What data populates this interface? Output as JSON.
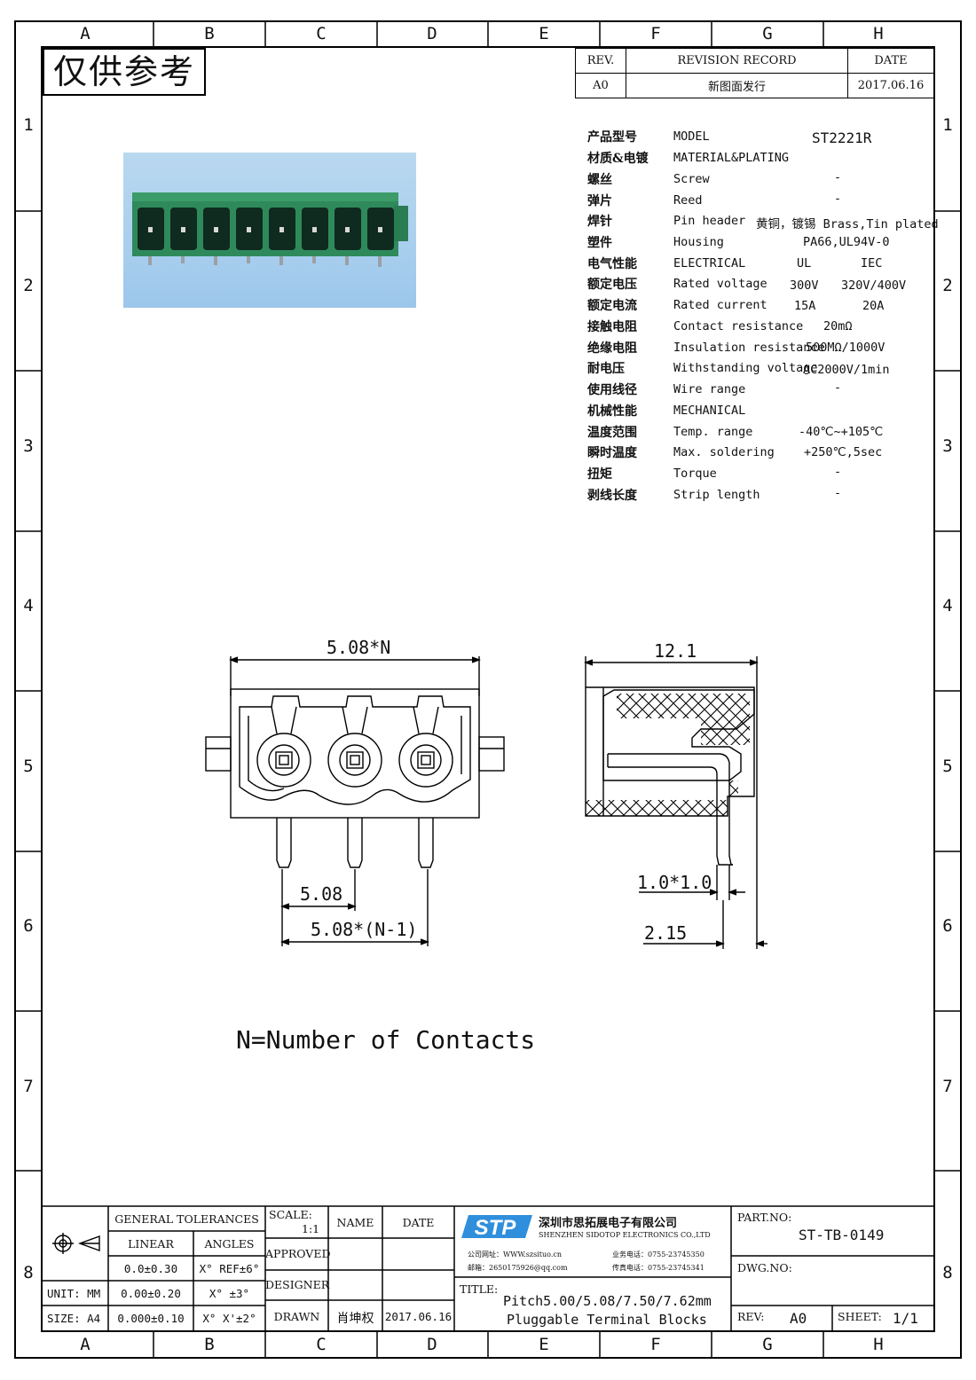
{
  "zones": {
    "columns": [
      "A",
      "B",
      "C",
      "D",
      "E",
      "F",
      "G",
      "H"
    ],
    "rows": [
      "1",
      "2",
      "3",
      "4",
      "5",
      "6",
      "7",
      "8"
    ]
  },
  "stamp": "仅供参考",
  "revision": {
    "headers": [
      "REV.",
      "REVISION RECORD",
      "DATE"
    ],
    "row": [
      "A0",
      "新图面发行",
      "2017.06.16"
    ]
  },
  "specs": [
    {
      "cn": "产品型号",
      "en": "MODEL",
      "value": "ST2221R"
    },
    {
      "cn": "材质&电镀",
      "en": "MATERIAL&PLATING",
      "value": ""
    },
    {
      "cn": "螺丝",
      "en": "Screw",
      "value": "-"
    },
    {
      "cn": "弹片",
      "en": "Reed",
      "value": "-"
    },
    {
      "cn": "焊针",
      "en": "Pin header",
      "value": "黄铜，镀锡 Brass,Tin plated"
    },
    {
      "cn": "塑件",
      "en": "Housing",
      "value": "PA66,UL94V-0"
    },
    {
      "cn": "电气性能",
      "en": "ELECTRICAL",
      "value": "UL",
      "value2": "IEC"
    },
    {
      "cn": "额定电压",
      "en": "Rated voltage",
      "value": "300V",
      "value2": "320V/400V"
    },
    {
      "cn": "额定电流",
      "en": "Rated current",
      "value": "15A",
      "value2": "20A"
    },
    {
      "cn": "接触电阻",
      "en": "Contact resistance",
      "value": "20mΩ"
    },
    {
      "cn": "绝缘电阻",
      "en": "Insulation resistance",
      "value": "500MΩ/1000V"
    },
    {
      "cn": "耐电压",
      "en": "Withstanding voltage",
      "value": "AC2000V/1min"
    },
    {
      "cn": "使用线径",
      "en": "Wire range",
      "value": "-"
    },
    {
      "cn": "机械性能",
      "en": "MECHANICAL",
      "value": ""
    },
    {
      "cn": "温度范围",
      "en": "Temp. range",
      "value": "-40℃~+105℃"
    },
    {
      "cn": "瞬时温度",
      "en": "Max. soldering",
      "value": "+250℃,5sec"
    },
    {
      "cn": "扭矩",
      "en": "Torque",
      "value": "-"
    },
    {
      "cn": "剥线长度",
      "en": "Strip length",
      "value": "-"
    }
  ],
  "drawing": {
    "front_width": "5.08*N",
    "pitch": "5.08",
    "pitch_total": "5.08*(N-1)",
    "side_depth": "12.1",
    "pin_section": "1.0*1.0",
    "pin_offset": "2.15",
    "note": "N=Number of Contacts"
  },
  "title_block": {
    "general_tolerances": "GENERAL TOLERANCES",
    "linear": "LINEAR",
    "angles": "ANGLES",
    "tol_rows": [
      {
        "linear": "0.0±0.30",
        "angle": "X° REF±6°"
      },
      {
        "linear": "0.00±0.20",
        "angle": "X° ±3°"
      },
      {
        "linear": "0.000±0.10",
        "angle": "X° X'±2°"
      }
    ],
    "unit_label": "UNIT: MM",
    "size_label": "SIZE: A4",
    "scale_label": "SCALE:",
    "scale_value": "1:1",
    "name_label": "NAME",
    "date_label": "DATE",
    "approved": "APPROVED",
    "designer": "DESIGNER",
    "drawn": "DRAWN",
    "drawn_name": "肖坤权",
    "drawn_date": "2017.06.16",
    "company_cn": "深圳市思拓展电子有限公司",
    "company_en": "SHENZHEN SIDOTOP ELECTRONICS CO.,LTD",
    "company_logo_text": "STP",
    "contact_lines": [
      "公司网址：WWW.szsituo.cn",
      "邮箱：2650175926@qq.com",
      "业务电话：0755-23745350",
      "传真电话：0755-23745341"
    ],
    "title_label": "TITLE:",
    "title_line1": "Pitch5.00/5.08/7.50/7.62mm",
    "title_line2": "Pluggable Terminal Blocks",
    "part_no_label": "PART.NO:",
    "part_no": "ST-TB-0149",
    "dwg_no_label": "DWG.NO:",
    "rev_label": "REV:",
    "rev_value": "A0",
    "sheet_label": "SHEET:",
    "sheet_value": "1/1"
  }
}
